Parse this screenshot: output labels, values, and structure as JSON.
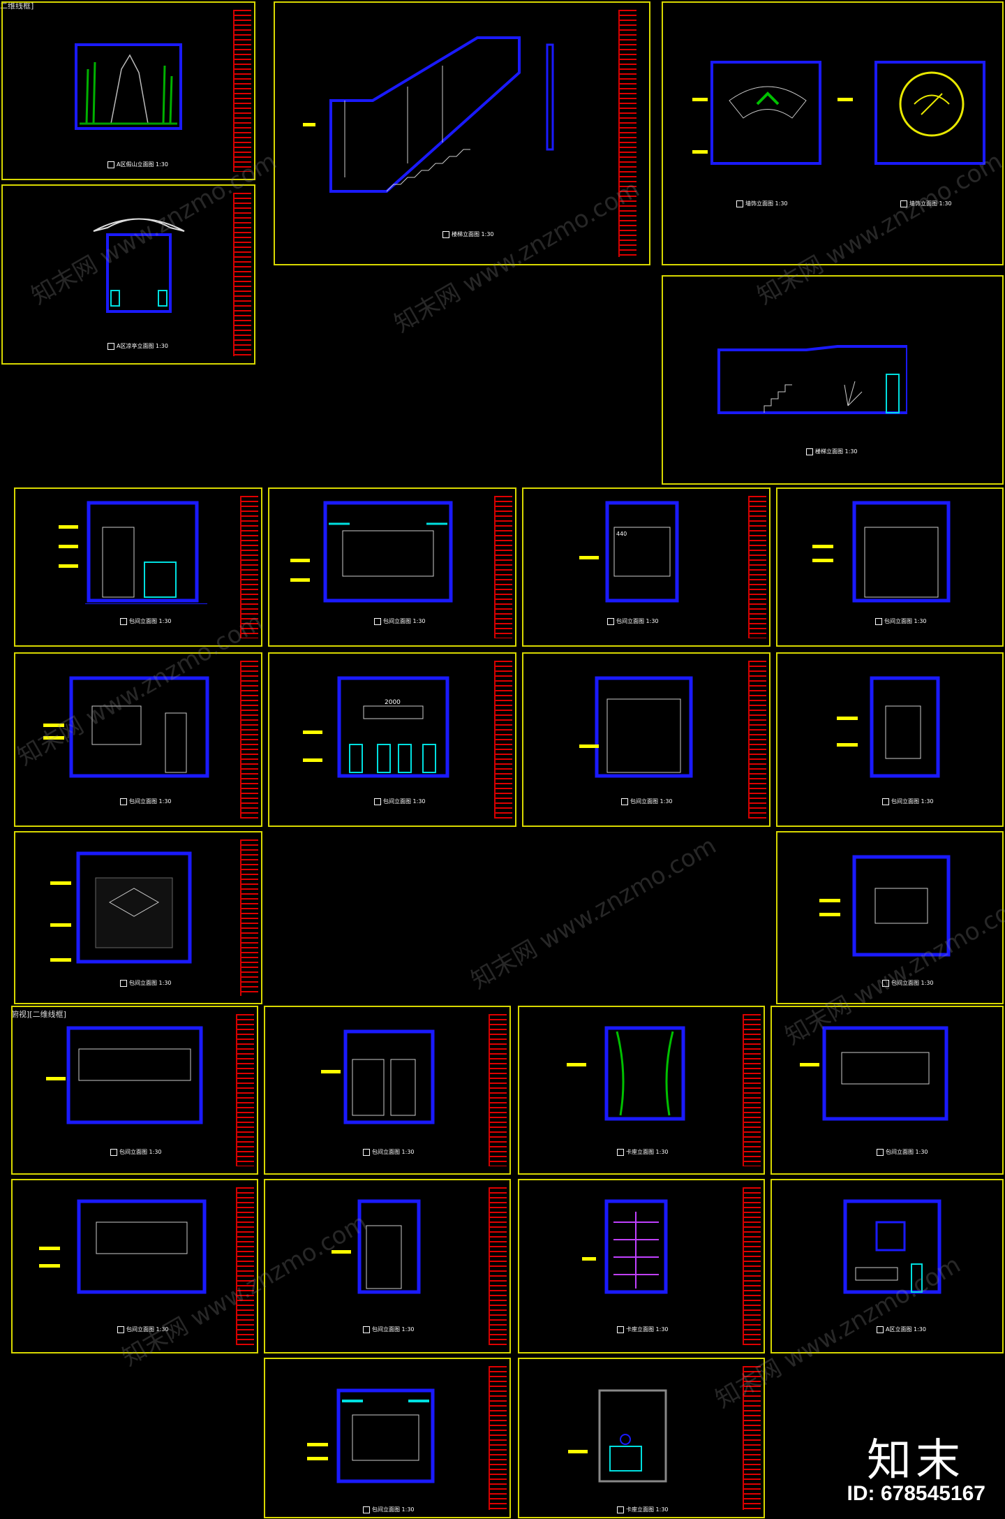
{
  "section_labels": {
    "top_left": "二维线框]",
    "mid_left": "俯视][二维线框]"
  },
  "captions": [
    "A区假山立面图 1:30",
    "楼梯立面图 1:30",
    "墙饰立面图 1:30",
    "墙饰立面图 1:30",
    "A区凉亭立面图 1:30",
    "楼梯立面图 1:30",
    "包间立面图 1:30",
    "包间立面图 1:30",
    "包间立面图 1:30",
    "包间立面图 1:30",
    "包间立面图 1:30",
    "包间立面图 1:30",
    "包间立面图 1:30",
    "包间立面图 1:30",
    "包间立面图 1:30",
    "包间立面图 1:30",
    "包间立面图 1:30",
    "包间立面图 1:30",
    "卡座立面图 1:30",
    "包间立面图 1:30",
    "包间立面图 1:30",
    "包间立面图 1:30",
    "卡座立面图 1:30",
    "A区立面图 1:30",
    "包间立面图 1:30",
    "卡座立面图 1:30"
  ],
  "drawing_dims": {
    "width_440": "440",
    "width_2000": "2000"
  },
  "watermark_text": "知末网 www.znzmo.com",
  "logo_text": "知末",
  "id_text": "ID: 678545167",
  "colors": {
    "frame": "#d8d800",
    "wall": "#1a1aff",
    "titleblock": "#e00000",
    "leader": "#ffff00",
    "furniture": "#00e0e0"
  }
}
